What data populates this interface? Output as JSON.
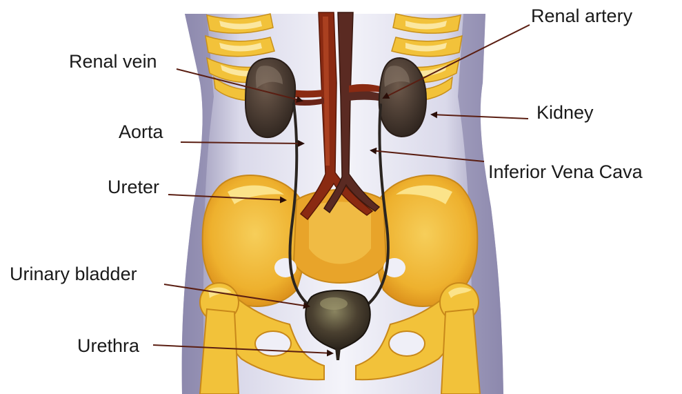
{
  "labels": {
    "renal_artery": "Renal artery",
    "renal_vein": "Renal vein",
    "kidney": "Kidney",
    "aorta": "Aorta",
    "inferior_vena_cava": "Inferior Vena Cava",
    "ureter": "Ureter",
    "urinary_bladder": "Urinary bladder",
    "urethra": "Urethra"
  },
  "colors": {
    "torso": "#9e9aba",
    "torso_light": "#dcdcec",
    "bone": "#f2c23a",
    "bone_light": "#fbe38a",
    "bone_shadow": "#d8961c",
    "kidney": "#4a3a30",
    "artery": "#8c2a10",
    "vein": "#5a2a22",
    "bladder": "#3a3228",
    "ureter": "#2a2420",
    "pointer": "#5a1e12"
  }
}
